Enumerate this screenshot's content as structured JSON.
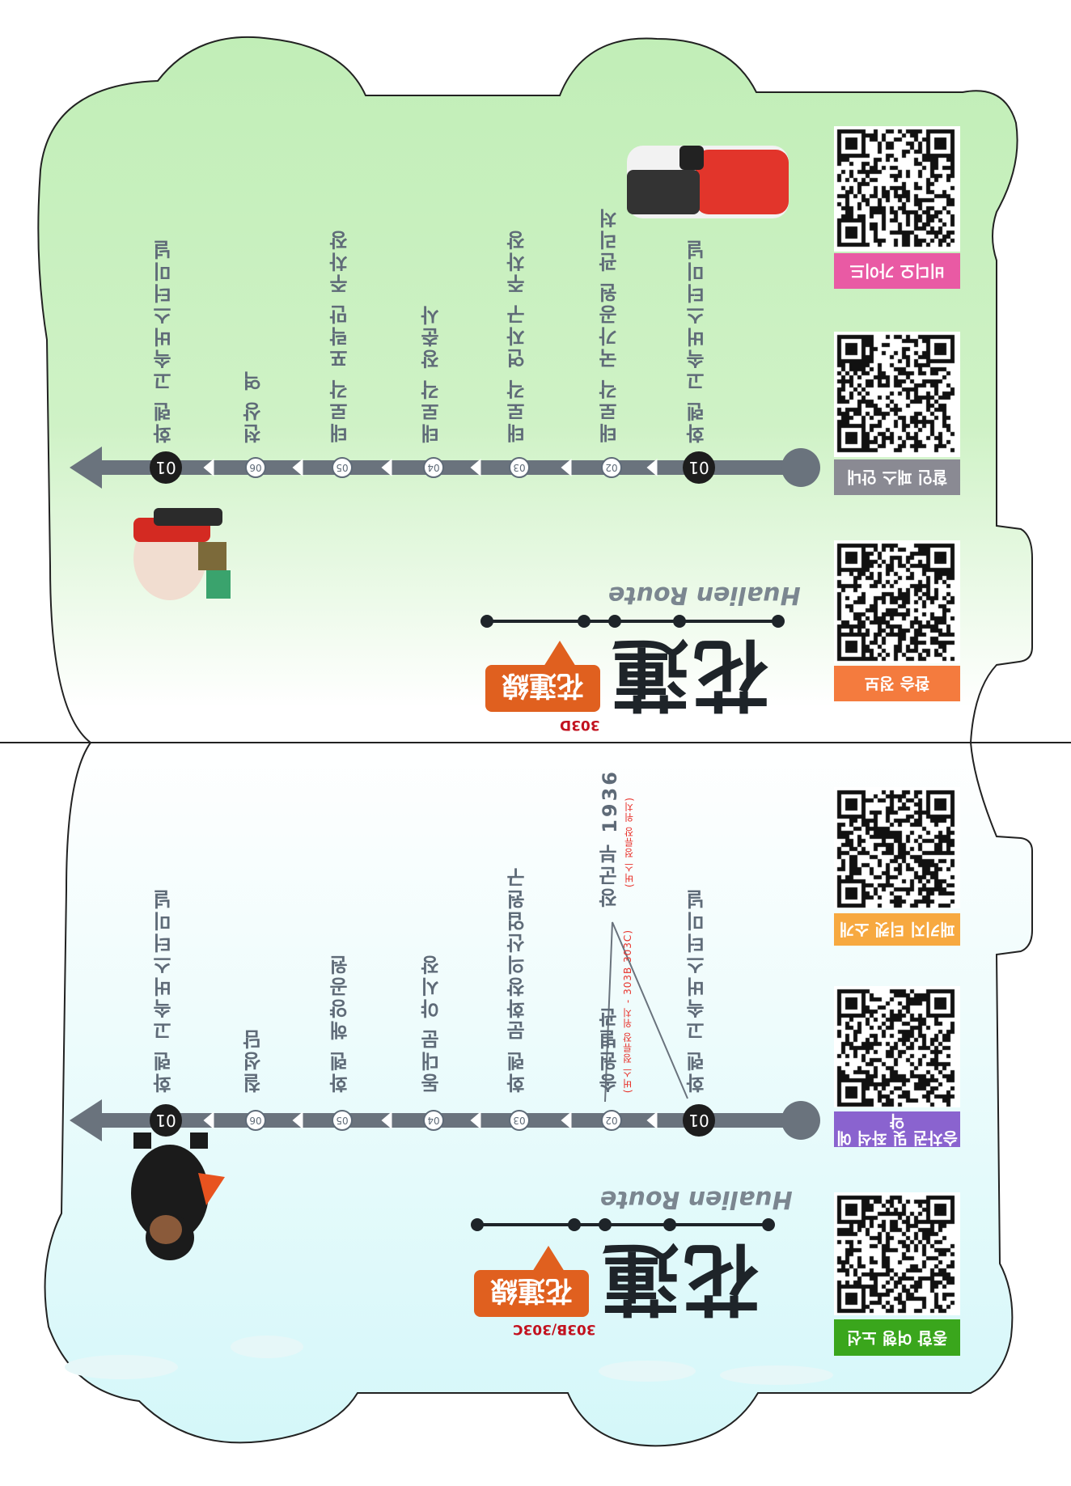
{
  "colors": {
    "top_bg": "#c3efb9",
    "bottom_bg": "#d6f8fa",
    "route_line": "#6a737d",
    "station_text": "#5f6b78",
    "tag_orange": "#e0601f",
    "code_red": "#c2111e"
  },
  "top_panel": {
    "title_en": "Hualien Route",
    "logo_text": "花蓮",
    "tag": "花蓮線",
    "route_code": "303D",
    "stations": [
      {
        "num": "01",
        "name": "화롄 고속버스터미널"
      },
      {
        "num": "02",
        "name": "태로각 국가공원 관리처"
      },
      {
        "num": "03",
        "name": "태로각 연자구 주차장"
      },
      {
        "num": "04",
        "name": "태로각 장춘사"
      },
      {
        "num": "05",
        "name": "태로각 포락만 주차장"
      },
      {
        "num": "06",
        "name": "천상 역"
      },
      {
        "num": "01",
        "name": "화롄 고속버스터미널"
      }
    ],
    "qr_links": [
      {
        "label": "비디오 가이드",
        "color": "#e95aa4"
      },
      {
        "label": "할인 패스 안내",
        "color": "#8a8a93"
      },
      {
        "label": "환승 정보",
        "color": "#f47b3e"
      }
    ]
  },
  "bottom_panel": {
    "title_en": "Hualien Route",
    "logo_text": "花蓮",
    "tag": "花蓮線",
    "route_code": "303B/303C",
    "stations": [
      {
        "num": "01",
        "name": "화롄 고속버스터미널"
      },
      {
        "num": "02",
        "name": "송원별관",
        "note": "(버스 정류장 위치 - 303B 303C)"
      },
      {
        "num": "03",
        "name": "화롄 문화창의산업원구"
      },
      {
        "num": "04",
        "name": "동대문 야시장"
      },
      {
        "num": "05",
        "name": "화롄 해양공원"
      },
      {
        "num": "06",
        "name": "칠성담"
      },
      {
        "num": "01",
        "name": "화롄 고속버스터미널"
      }
    ],
    "branch_station": {
      "name": "장군부 1936",
      "note": "(버스 정류장 위치)"
    },
    "qr_links": [
      {
        "label": "패키지 티켓 소개",
        "color": "#f7a940"
      },
      {
        "label": "승차권 및 좌석 예약",
        "color": "#8a63cf"
      },
      {
        "label": "종합 여행 노선",
        "color": "#3aa61c"
      }
    ]
  }
}
